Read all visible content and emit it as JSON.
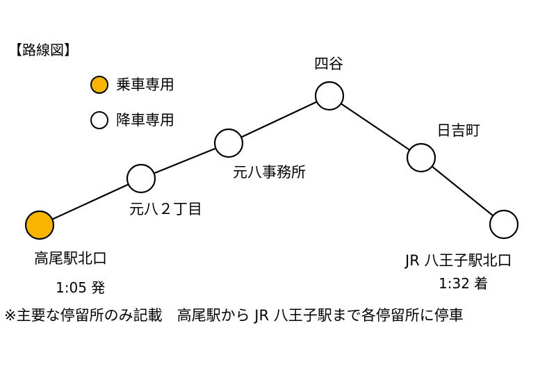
{
  "title": "【路線図】",
  "legend": [
    {
      "label": "乗車専用",
      "fill": "#F8B500"
    },
    {
      "label": "降車専用",
      "fill": "#FFFFFF"
    }
  ],
  "stops": [
    {
      "name": "高尾駅北口",
      "type": "boarding",
      "time": "1:05 発"
    },
    {
      "name": "元八２丁目",
      "type": "alighting"
    },
    {
      "name": "元八事務所",
      "type": "alighting"
    },
    {
      "name": "四谷",
      "type": "alighting"
    },
    {
      "name": "日吉町",
      "type": "alighting"
    },
    {
      "name": "JR 八王子駅北口",
      "type": "alighting",
      "time": "1:32 着"
    }
  ],
  "note": "※主要な停留所のみ記載　高尾駅から JR 八王子駅まで各停留所に停車",
  "colors": {
    "boarding": "#F8B500",
    "alighting": "#FFFFFF",
    "line": "#000000"
  }
}
